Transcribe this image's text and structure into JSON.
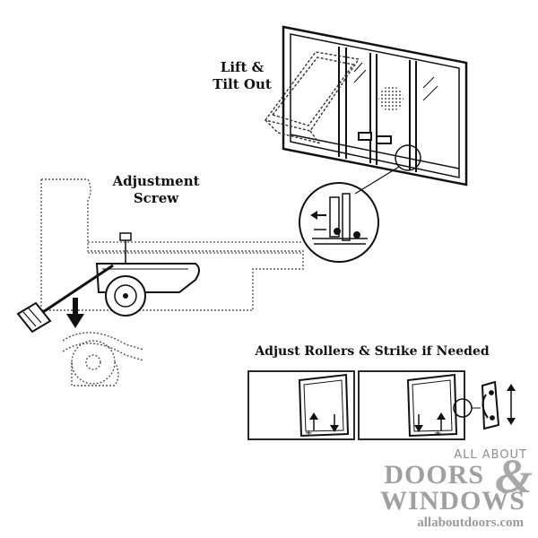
{
  "labels": {
    "lift_tilt_line1": "Lift &",
    "lift_tilt_line2": "Tilt Out",
    "adjustment_line1": "Adjustment",
    "adjustment_line2": "Screw",
    "adjust_rollers": "Adjust Rollers & Strike if Needed"
  },
  "logo": {
    "line1": "ALL ABOUT",
    "line2": "DOORS",
    "ampersand": "&",
    "line3": "WINDOWS",
    "url": "allaboutdoors.com"
  },
  "colors": {
    "ink": "#111111",
    "logo_gray": "#a0a0a0"
  }
}
